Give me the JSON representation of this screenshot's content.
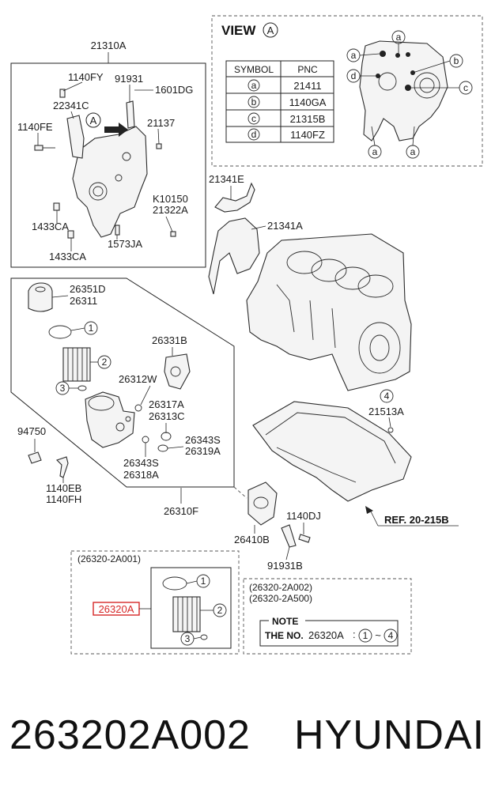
{
  "view_panel": {
    "title": "VIEW",
    "title_marker": "A",
    "table": {
      "headers": [
        "SYMBOL",
        "PNC"
      ],
      "rows": [
        {
          "symbol": "a",
          "pnc": "21411"
        },
        {
          "symbol": "b",
          "pnc": "1140GA"
        },
        {
          "symbol": "c",
          "pnc": "21315B"
        },
        {
          "symbol": "d",
          "pnc": "1140FZ"
        }
      ]
    },
    "callouts": [
      "a",
      "a",
      "b",
      "c",
      "d",
      "a",
      "a"
    ]
  },
  "timing_cover_group": {
    "group_label": "21310A",
    "view_marker": "A",
    "labels": [
      "1140FY",
      "91931",
      "1601DG",
      "22341C",
      "1140FE",
      "21137",
      "K10150",
      "21322A",
      "1433CA",
      "1573JA",
      "1433CA"
    ]
  },
  "gasket_labels": [
    "21341E",
    "21341A"
  ],
  "oil_filter_group": {
    "labels": [
      "26351D",
      "26311",
      "26331B",
      "26312W",
      "26317A",
      "26313C",
      "94750",
      "26343S",
      "26319A",
      "26343S",
      "26318A",
      "1140EB",
      "1140FH",
      "26310F"
    ],
    "callout_numbers": [
      "1",
      "2",
      "3"
    ]
  },
  "oil_pan_group": {
    "labels": [
      "21513A",
      "26410B",
      "1140DJ",
      "91931B"
    ],
    "callout_number": "4",
    "ref_label": "REF. 20-215B"
  },
  "filter_kit_box": {
    "variant_label": "(26320-2A001)",
    "highlighted_part": "26320A",
    "callout_numbers": [
      "1",
      "2",
      "3"
    ]
  },
  "note_box": {
    "variant_labels": [
      "(26320-2A002)",
      "(26320-2A500)"
    ],
    "heading": "NOTE",
    "text_prefix": "THE NO.",
    "part": "26320A",
    "range_start": "1",
    "range_sep": "~",
    "range_end": "4"
  },
  "footer": {
    "part_number": "263202A002",
    "brand": "HYUNDAI"
  },
  "colors": {
    "highlight": "#d62828",
    "line": "#222222"
  }
}
